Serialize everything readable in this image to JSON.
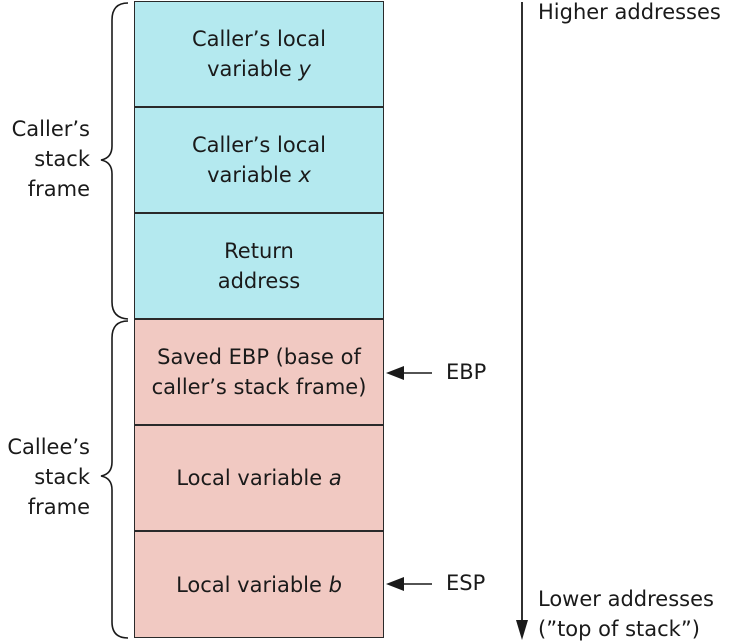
{
  "stack": {
    "caller_frame_label": [
      "Caller’s",
      "stack",
      "frame"
    ],
    "callee_frame_label": [
      "Callee’s",
      "stack",
      "frame"
    ],
    "cells": [
      {
        "frame": "caller",
        "line1": "Caller’s local",
        "line2_text": "variable ",
        "line2_var": "y"
      },
      {
        "frame": "caller",
        "line1": "Caller’s local",
        "line2_text": "variable ",
        "line2_var": "x"
      },
      {
        "frame": "caller",
        "line1": "Return",
        "line2_text": "address",
        "line2_var": ""
      },
      {
        "frame": "callee",
        "line1": "Saved EBP (base of",
        "line2_text": "caller’s stack frame)",
        "line2_var": ""
      },
      {
        "frame": "callee",
        "line1": "Local variable ",
        "line1_var": "a"
      },
      {
        "frame": "callee",
        "line1": "Local variable ",
        "line1_var": "b"
      }
    ],
    "pointers": {
      "ebp": "EBP",
      "esp": "ESP"
    },
    "addresses": {
      "higher": "Higher addresses",
      "lower_line1": "Lower addresses",
      "lower_line2": "(”top of stack”)"
    },
    "colors": {
      "caller": "#b4e9ef",
      "callee": "#f1c9c2",
      "stroke": "#1a1a1a"
    }
  }
}
